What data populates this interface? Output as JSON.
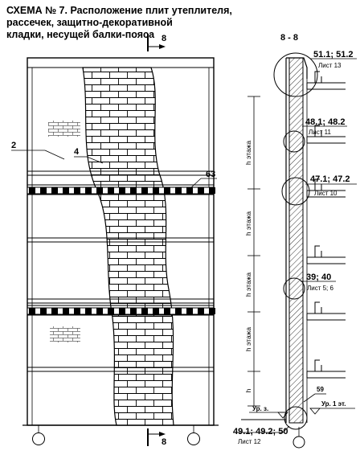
{
  "title": {
    "lines": [
      "СХЕМА № 7. Расположение плит утеплителя,",
      "рассечек, защитно-декоративной",
      "кладки, несущей балки-пояса"
    ]
  },
  "facade": {
    "section_mark": "8",
    "label_insulation": "2",
    "label_masonry": "4",
    "label_beam": "63"
  },
  "section": {
    "title": "8 - 8",
    "floor_height": "h этажа",
    "h": "h",
    "level_ground": "Ур. з.",
    "level_floor1": "Ур. 1 эт.",
    "label_59": "59",
    "callouts": [
      {
        "ref": "51.1; 51.2",
        "sheet": "Лист 13"
      },
      {
        "ref": "48.1; 48.2",
        "sheet": "Лист 11"
      },
      {
        "ref": "47.1; 47.2",
        "sheet": "Лист 10"
      },
      {
        "ref": "39; 40",
        "sheet": "Лист 5; 6"
      },
      {
        "ref": "49.1; 49.2; 50",
        "sheet": "Лист 12"
      }
    ]
  }
}
